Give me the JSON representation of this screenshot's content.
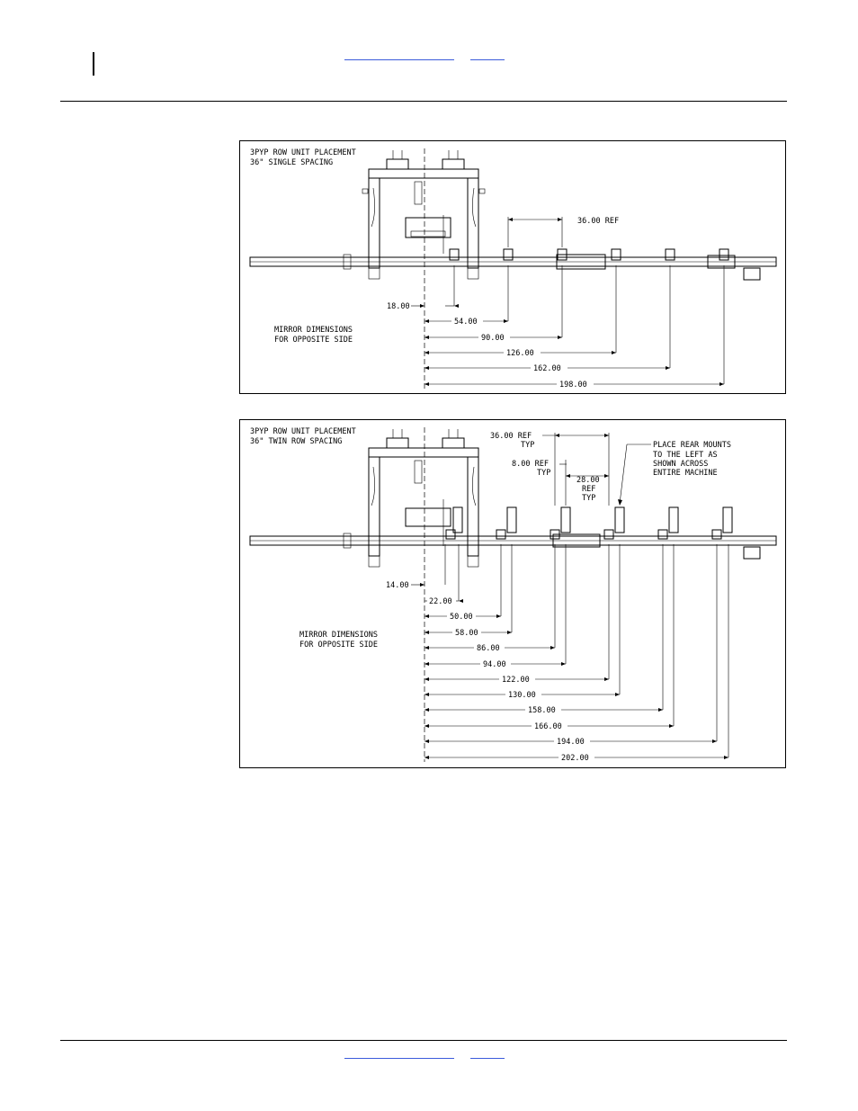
{
  "figure1": {
    "title_line1": "3PYP ROW UNIT PLACEMENT",
    "title_line2": "36\" SINGLE SPACING",
    "ref_label": "36.00 REF",
    "note_line1": "MIRROR DIMENSIONS",
    "note_line2": "FOR OPPOSITE SIDE",
    "dimensions": [
      "18.00",
      "54.00",
      "90.00",
      "126.00",
      "162.00",
      "198.00"
    ]
  },
  "figure2": {
    "title_line1": "3PYP ROW UNIT PLACEMENT",
    "title_line2": "36\" TWIN ROW SPACING",
    "ref36_line1": "36.00 REF",
    "ref36_line2": "TYP",
    "ref8_line1": "8.00 REF",
    "ref8_line2": "TYP",
    "ref28_line1": "28.00",
    "ref28_line2": "REF",
    "ref28_line3": "TYP",
    "callout_line1": "PLACE REAR MOUNTS",
    "callout_line2": "TO THE LEFT AS",
    "callout_line3": "SHOWN ACROSS",
    "callout_line4": "ENTIRE MACHINE",
    "note_line1": "MIRROR DIMENSIONS",
    "note_line2": "FOR OPPOSITE SIDE",
    "dimensions": [
      "14.00",
      "22.00",
      "50.00",
      "58.00",
      "86.00",
      "94.00",
      "122.00",
      "130.00",
      "158.00",
      "166.00",
      "194.00",
      "202.00"
    ]
  }
}
